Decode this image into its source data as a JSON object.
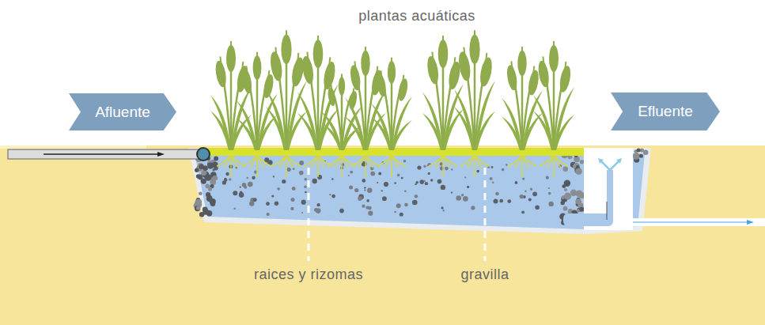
{
  "diagram": {
    "nodes": [
      {
        "text": [
          "Afluente"
        ]
      },
      {
        "text": [
          "Efluente"
        ]
      }
    ],
    "labels": [
      "plantas acuáticas",
      "raices y rizomas",
      "gravilla"
    ]
  }
}
